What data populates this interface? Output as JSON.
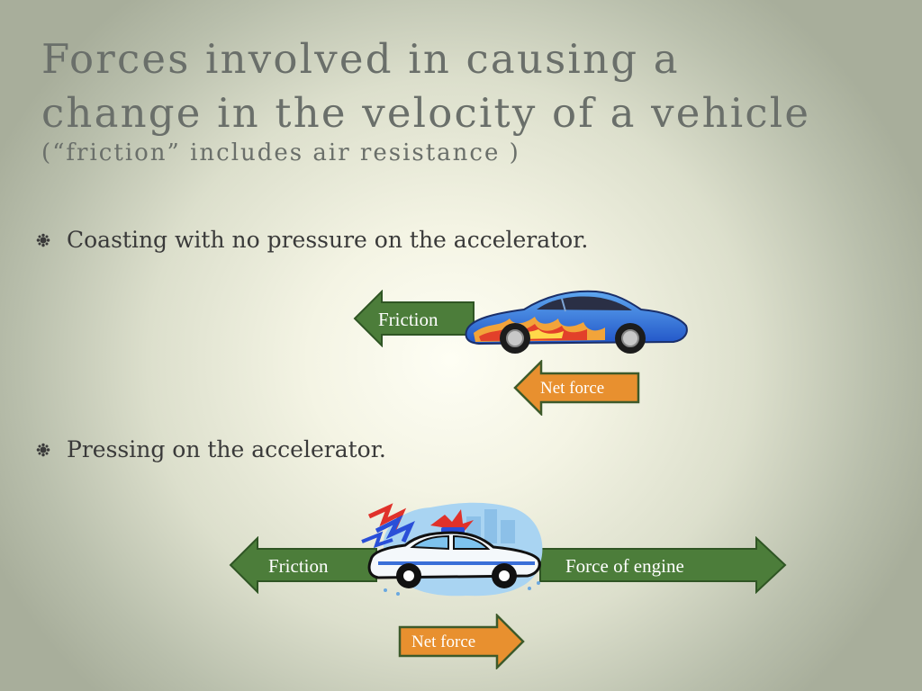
{
  "slide": {
    "title_line1": "Forces involved in causing a",
    "title_line2": "change in the velocity of a vehicle",
    "subtitle": "(“friction” includes air resistance )"
  },
  "bullets": [
    {
      "text": "Coasting with no pressure on the accelerator."
    },
    {
      "text": "Pressing on the accelerator."
    }
  ],
  "diagram1": {
    "friction_label": "Friction",
    "net_force_label": "Net force"
  },
  "diagram2": {
    "friction_label": "Friction",
    "engine_label": "Force of engine",
    "net_force_label": "Net force"
  },
  "colors": {
    "force_arrow": "#4c7d3a",
    "force_arrow_outline": "#2f5524",
    "net_arrow": "#e8902f",
    "net_arrow_outline": "#3d5a2a",
    "title": "#6a6f6a",
    "body_text": "#3a3a3a"
  }
}
